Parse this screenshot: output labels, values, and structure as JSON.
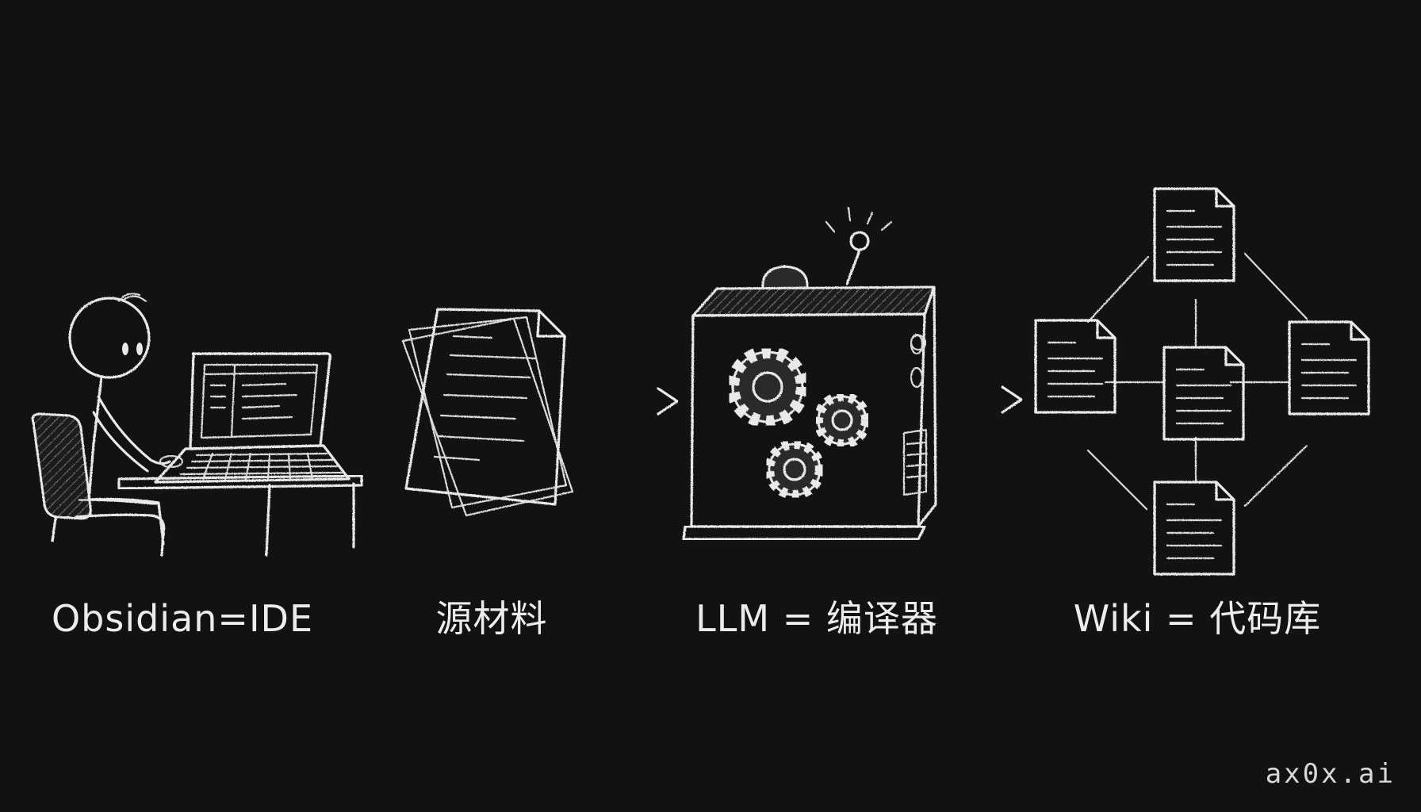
{
  "labels": [
    {
      "id": "ide",
      "text": "Obsidian=IDE"
    },
    {
      "id": "source",
      "text": "源材料"
    },
    {
      "id": "compiler",
      "text": "LLM = 编译器"
    },
    {
      "id": "codebase",
      "text": "Wiki = 代码库"
    }
  ],
  "watermark": "ax0x.ai",
  "icons": [
    "person-at-laptop-icon",
    "document-stack-icon",
    "compiler-machine-icon",
    "wiki-network-icon"
  ],
  "colors": {
    "background": "#121212",
    "chalk": "#e9e9e9"
  }
}
